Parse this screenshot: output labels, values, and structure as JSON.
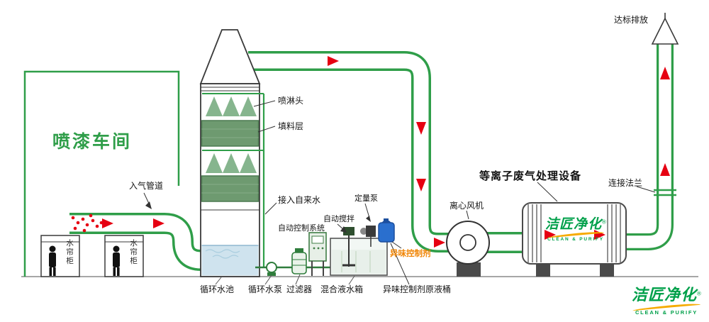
{
  "labels": {
    "workshop": "喷漆车间",
    "inlet_duct": "入气管道",
    "water_curtain": "水帘柜",
    "spray_head": "喷淋头",
    "packing_layer": "填料层",
    "tap_water": "接入自来水",
    "auto_control": "自动控制系统",
    "auto_stir": "自动搅拌",
    "metering_pump": "定量泵",
    "odor_agent": "异味控制剂",
    "plasma_unit": "等离子废气处理设备",
    "fan": "离心风机",
    "flange": "连接法兰",
    "discharge": "达标排放",
    "pool": "循环水池",
    "circ_pump": "循环水泵",
    "filter": "过滤器",
    "mixing_tank": "混合液水箱",
    "agent_barrel": "异味控制剂原液桶"
  },
  "brand": {
    "name": "洁匠净化",
    "registered": "®",
    "tagline": "CLEAN & PURIFY"
  },
  "colors": {
    "pipe_green": "#2f9e49",
    "packing_green": "#6e9a70",
    "flow_red": "#e60012",
    "odor_orange": "#f08300",
    "brand_green": "#00a04a",
    "brand_yellow": "#f6ab00",
    "water_blue": "#cfe3ee",
    "barrel_blue": "#2a6fce"
  }
}
